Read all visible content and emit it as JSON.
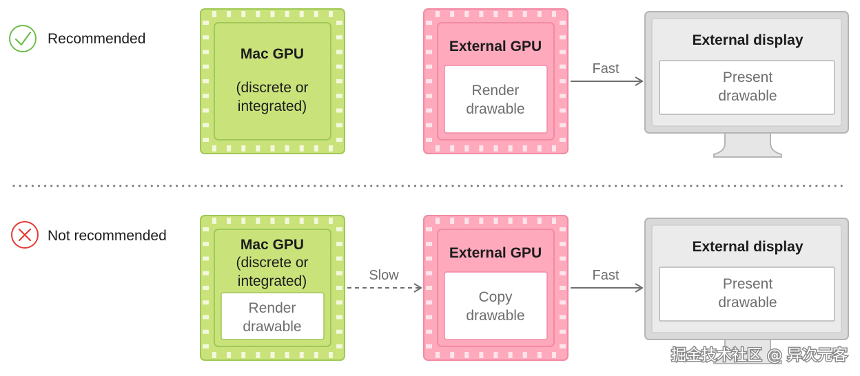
{
  "rows": {
    "top": {
      "status_label": "Recommended",
      "status_icon": "check-circle-icon",
      "mac_gpu": {
        "title": "Mac GPU",
        "subtitle_lines": [
          "(discrete or",
          "integrated)"
        ]
      },
      "external_gpu": {
        "title": "External GPU",
        "inner_lines": [
          "Render",
          "drawable"
        ]
      },
      "arrow_to_display": {
        "label": "Fast",
        "style": "solid"
      },
      "external_display": {
        "title": "External display",
        "inner_lines": [
          "Present",
          "drawable"
        ]
      }
    },
    "bottom": {
      "status_label": "Not recommended",
      "status_icon": "x-circle-icon",
      "mac_gpu": {
        "title": "Mac GPU",
        "subtitle_lines": [
          "(discrete or",
          "integrated)"
        ],
        "inner_lines": [
          "Render",
          "drawable"
        ]
      },
      "arrow_to_egpu": {
        "label": "Slow",
        "style": "dashed"
      },
      "external_gpu": {
        "title": "External GPU",
        "inner_lines": [
          "Copy",
          "drawable"
        ]
      },
      "arrow_to_display": {
        "label": "Fast",
        "style": "solid"
      },
      "external_display": {
        "title": "External display",
        "inner_lines": [
          "Present",
          "drawable"
        ]
      }
    }
  },
  "watermark": "掘金技术社区 @ 异次元客",
  "colors": {
    "green_fill": "#c9e27a",
    "green_stroke": "#a0c859",
    "green_pad": "#f3f8dc",
    "pink_fill": "#ffa9bd",
    "pink_stroke": "#f28aa3",
    "pink_pad": "#fde4ea",
    "display_frame": "#d9d9d9",
    "display_stroke": "#b5b5b5",
    "check": "#6dbf4b",
    "cross": "#e53935",
    "arrow": "#6e6e6e",
    "divider": "#777777"
  }
}
